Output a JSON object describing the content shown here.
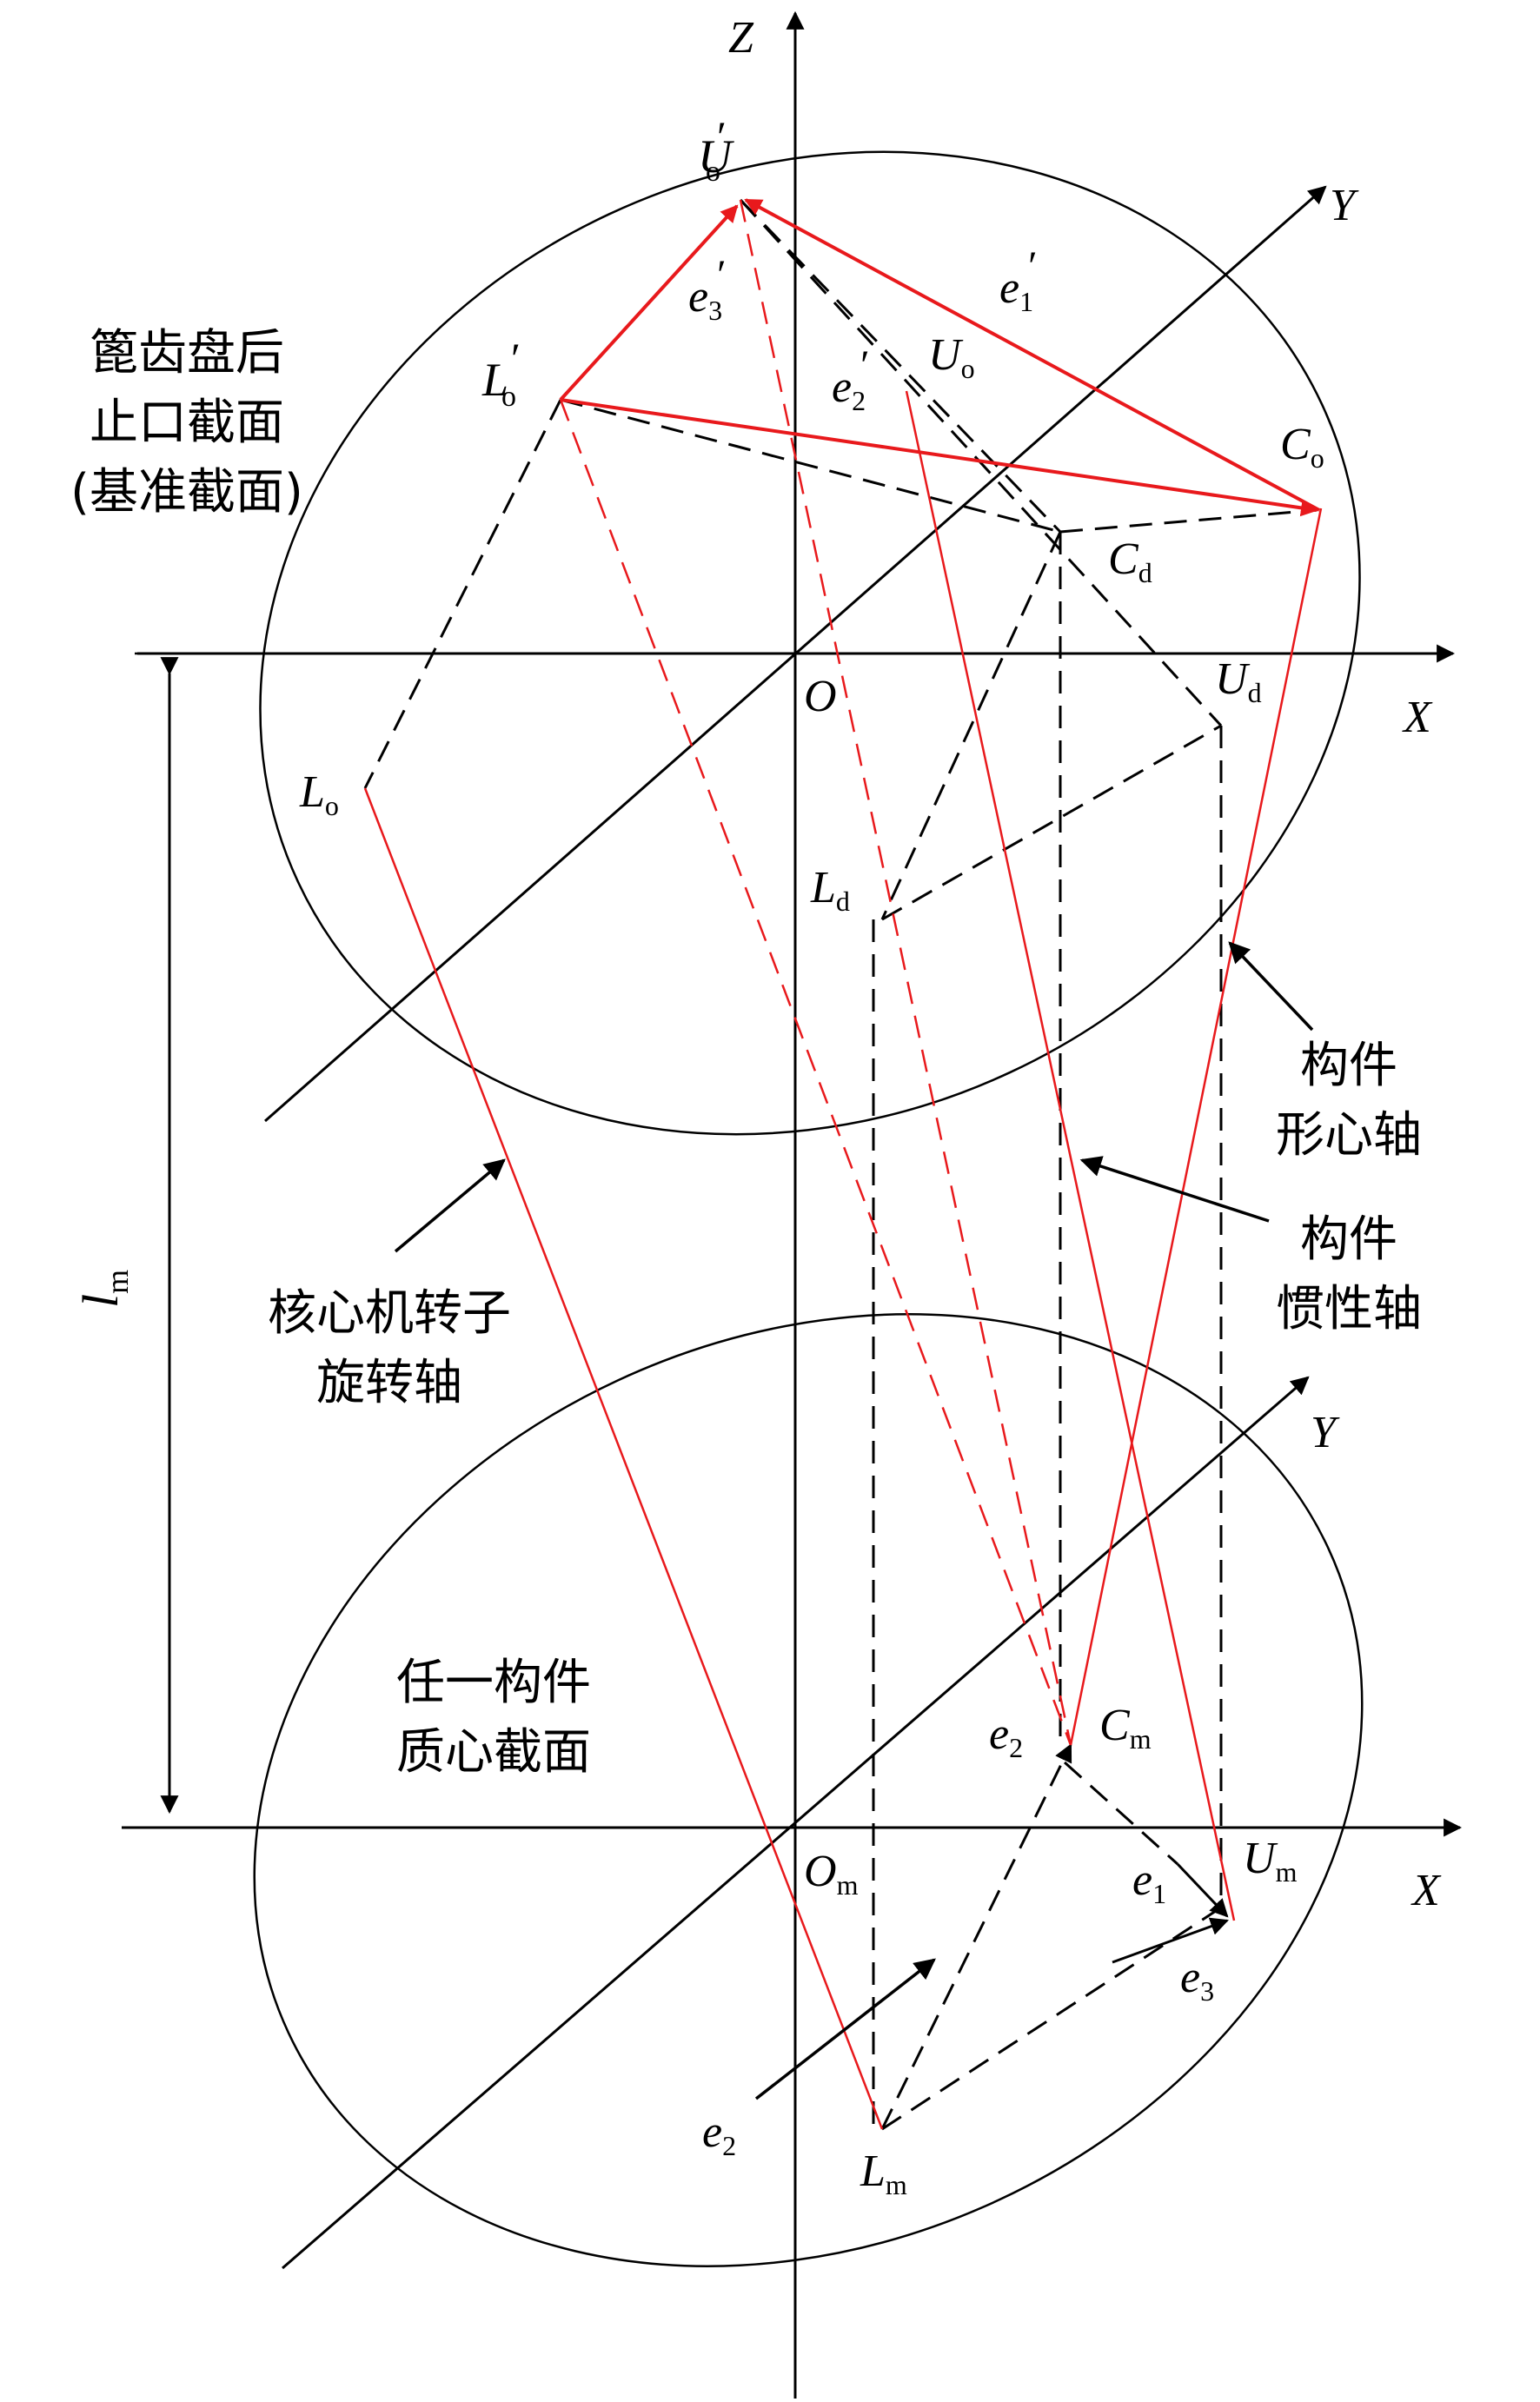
{
  "colors": {
    "black": "#000000",
    "red": "#e8191c"
  },
  "axes": {
    "z": "Z",
    "x_top": "X",
    "y_top": "Y",
    "x_bottom": "X",
    "y_bottom": "Y",
    "origin_top": "O",
    "origin_bottom": {
      "base": "O",
      "sub": "m"
    }
  },
  "points": {
    "Uo_prime": {
      "base": "U",
      "sub": "o",
      "prime": "′"
    },
    "Uo": {
      "base": "U",
      "sub": "o"
    },
    "Lo_prime": {
      "base": "L",
      "sub": "o",
      "prime": "′"
    },
    "Co": {
      "base": "C",
      "sub": "o"
    },
    "Cd": {
      "base": "C",
      "sub": "d"
    },
    "Ud": {
      "base": "U",
      "sub": "d"
    },
    "Lo": {
      "base": "L",
      "sub": "o"
    },
    "Ld": {
      "base": "L",
      "sub": "d"
    },
    "Cm": {
      "base": "C",
      "sub": "m"
    },
    "Um": {
      "base": "U",
      "sub": "m"
    },
    "Lm": {
      "base": "L",
      "sub": "m"
    }
  },
  "vectors": {
    "e1_prime": {
      "base": "e",
      "sub": "1",
      "prime": "′"
    },
    "e2_prime": {
      "base": "e",
      "sub": "2",
      "prime": "′"
    },
    "e3_prime": {
      "base": "e",
      "sub": "3",
      "prime": "′"
    },
    "e1": {
      "base": "e",
      "sub": "1"
    },
    "e2_upper": {
      "base": "e",
      "sub": "2"
    },
    "e2_lower": {
      "base": "e",
      "sub": "2"
    },
    "e3": {
      "base": "e",
      "sub": "3"
    }
  },
  "dimension": {
    "base": "l",
    "sub": "m"
  },
  "annotations": {
    "reference_section": [
      "篦齿盘后",
      "止口截面",
      "(基准截面)"
    ],
    "component_section": [
      "任一构件",
      "质心截面"
    ],
    "rotation_axis": [
      "核心机转子",
      "旋转轴"
    ],
    "shape_axis": [
      "构件",
      "形心轴"
    ],
    "inertia_axis": [
      "构件",
      "惯性轴"
    ]
  }
}
